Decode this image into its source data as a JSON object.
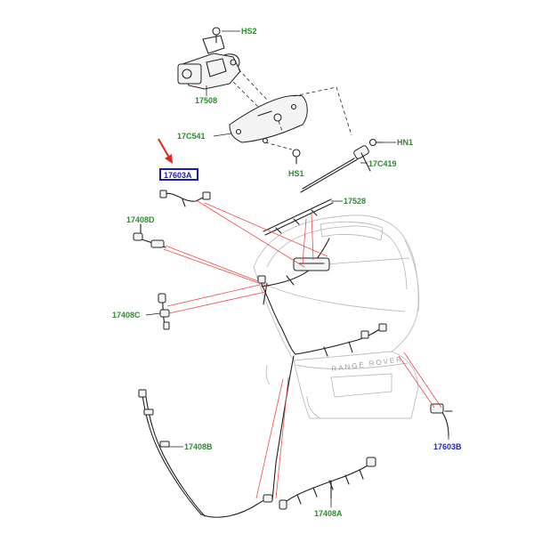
{
  "labels": {
    "hs2": "HS2",
    "p17508": "17508",
    "p17c541": "17C541",
    "hn1": "HN1",
    "p17c419": "17C419",
    "hs1": "HS1",
    "p17528": "17528",
    "p17603a": "17603A",
    "p17408d": "17408D",
    "p17408c": "17408C",
    "p17408b": "17408B",
    "p17408a": "17408A",
    "p17603b": "17603B"
  },
  "badge_text": "RANGE ROVER",
  "colors": {
    "label_green": "#2f8a2f",
    "label_blue": "#2222cc",
    "highlight_box": "#1a1aa8",
    "arrow_red": "#e8241c",
    "leader_red": "#ee4a4a"
  }
}
